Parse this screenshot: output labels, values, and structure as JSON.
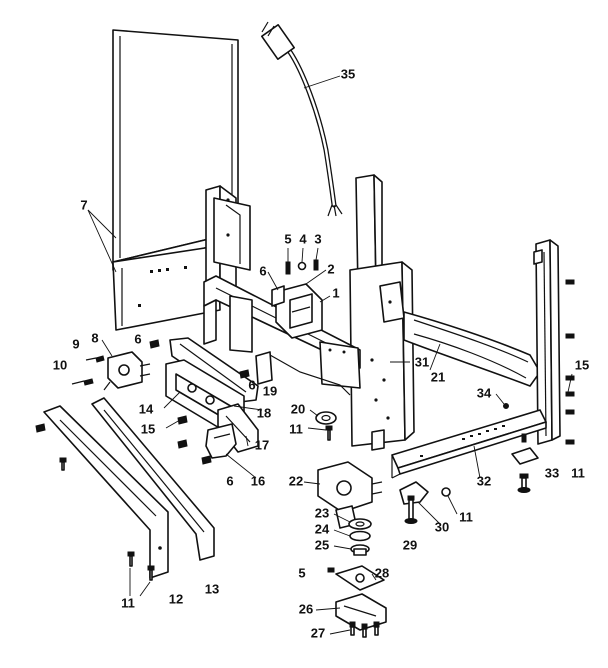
{
  "diagram": {
    "callouts": [
      {
        "id": "c35",
        "label": "35"
      },
      {
        "id": "c7",
        "label": "7"
      },
      {
        "id": "c5a",
        "label": "5"
      },
      {
        "id": "c4",
        "label": "4"
      },
      {
        "id": "c3",
        "label": "3"
      },
      {
        "id": "c6a",
        "label": "6"
      },
      {
        "id": "c2",
        "label": "2"
      },
      {
        "id": "c1",
        "label": "1"
      },
      {
        "id": "c8",
        "label": "8"
      },
      {
        "id": "c9",
        "label": "9"
      },
      {
        "id": "c6b",
        "label": "6"
      },
      {
        "id": "c10",
        "label": "10"
      },
      {
        "id": "c6c",
        "label": "6"
      },
      {
        "id": "c19",
        "label": "19"
      },
      {
        "id": "c31",
        "label": "31"
      },
      {
        "id": "c21",
        "label": "21"
      },
      {
        "id": "c15a",
        "label": "15"
      },
      {
        "id": "c14",
        "label": "14"
      },
      {
        "id": "c18",
        "label": "18"
      },
      {
        "id": "c15b",
        "label": "15"
      },
      {
        "id": "c20",
        "label": "20"
      },
      {
        "id": "c34",
        "label": "34"
      },
      {
        "id": "c11a",
        "label": "11"
      },
      {
        "id": "c17",
        "label": "17"
      },
      {
        "id": "c6d",
        "label": "6"
      },
      {
        "id": "c16",
        "label": "16"
      },
      {
        "id": "c22",
        "label": "22"
      },
      {
        "id": "c32",
        "label": "32"
      },
      {
        "id": "c33",
        "label": "33"
      },
      {
        "id": "c11b",
        "label": "11"
      },
      {
        "id": "c30",
        "label": "30"
      },
      {
        "id": "c11c",
        "label": "11"
      },
      {
        "id": "c23",
        "label": "23"
      },
      {
        "id": "c24",
        "label": "24"
      },
      {
        "id": "c25",
        "label": "25"
      },
      {
        "id": "c29",
        "label": "29"
      },
      {
        "id": "c5b",
        "label": "5"
      },
      {
        "id": "c28",
        "label": "28"
      },
      {
        "id": "c11d",
        "label": "11"
      },
      {
        "id": "c12",
        "label": "12"
      },
      {
        "id": "c13",
        "label": "13"
      },
      {
        "id": "c26",
        "label": "26"
      },
      {
        "id": "c27",
        "label": "27"
      }
    ]
  }
}
